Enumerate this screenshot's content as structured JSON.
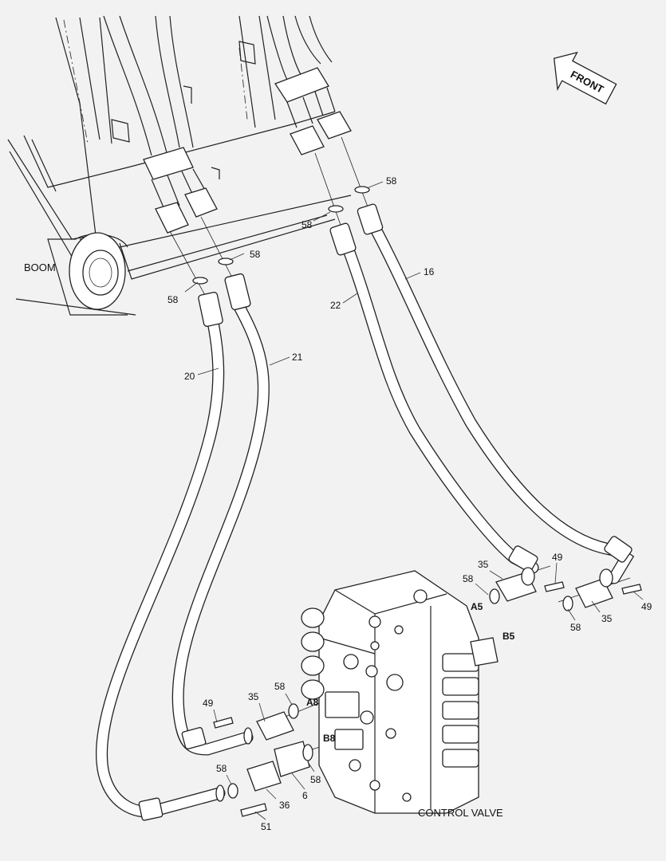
{
  "labels": {
    "boom": "BOOM",
    "control_valve": "CONTROL VALVE",
    "front": "FRONT"
  },
  "callouts": {
    "c58_a": "58",
    "c58_b": "58",
    "c58_c": "58",
    "c58_d": "58",
    "c58_e": "58",
    "c58_f": "58",
    "c58_g": "58",
    "c58_h": "58",
    "c58_i": "58",
    "c16": "16",
    "c22": "22",
    "c20": "20",
    "c21": "21",
    "c35_a": "35",
    "c35_b": "35",
    "c35_c": "35",
    "c49_a": "49",
    "c49_b": "49",
    "c49_c": "49",
    "c36": "36",
    "c6": "6",
    "c51": "51"
  },
  "ports": {
    "a5": "A5",
    "b5": "B5",
    "a8": "A8",
    "b8": "B8"
  },
  "icons": [
    "front-arrow-icon"
  ],
  "colors": {
    "ink": "#222222",
    "paper": "#f2f2f2",
    "part_fill": "#ffffff"
  }
}
